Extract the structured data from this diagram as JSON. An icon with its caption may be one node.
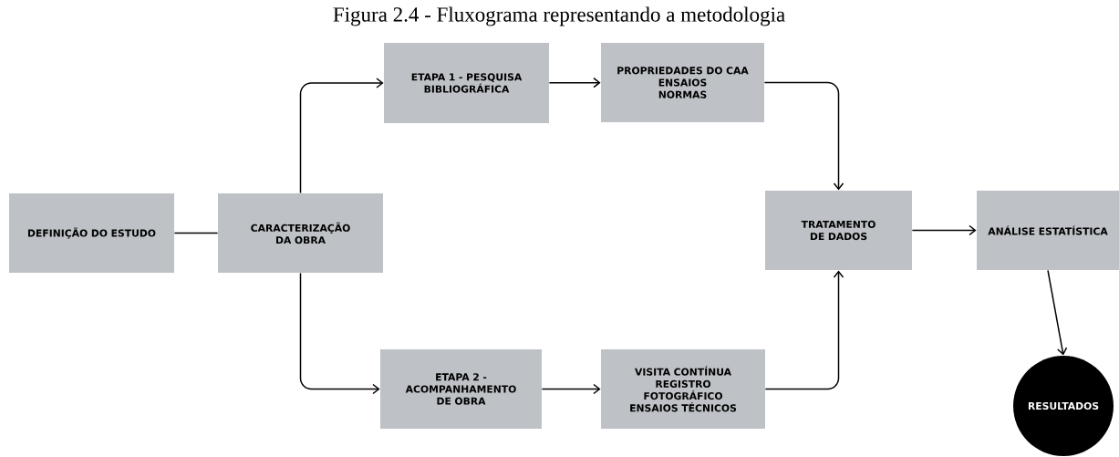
{
  "diagram": {
    "title": "Figura 2.4 - Fluxograma representando a metodologia",
    "nodes": [
      {
        "text": [
          "DEFINIÇÃO DO ESTUDO"
        ]
      },
      {
        "text": [
          "CARACTERIZAÇÃO DA OBRA"
        ]
      },
      {
        "text": [
          "ETAPA 1 - PESQUISA BIBLIOGRÁFICA"
        ]
      },
      {
        "text": [
          "PROPRIEDADES DO CAA",
          "ENSAIOS",
          "NORMAS"
        ]
      },
      {
        "text": [
          "ETAPA 2 - ACOMPANHAMENTO DE OBRA"
        ]
      },
      {
        "text": [
          "VISITA CONTÍNUA",
          "REGISTRO FOTOGRÁFICO",
          "ENSAIOS TÉCNICOS"
        ]
      },
      {
        "text": [
          "TRATAMENTO DE DADOS"
        ]
      },
      {
        "text": [
          "ANÁLISE ESTATÍSTICA"
        ]
      },
      {
        "text": [
          "RESULTADOS"
        ]
      }
    ],
    "edges": [
      {
        "from": 0,
        "to": 1,
        "arrow": "none"
      },
      {
        "from": 1,
        "to": 2,
        "arrow": "to"
      },
      {
        "from": 1,
        "to": 4,
        "arrow": "to"
      },
      {
        "from": 2,
        "to": 3,
        "arrow": "to"
      },
      {
        "from": 4,
        "to": 5,
        "arrow": "to"
      },
      {
        "from": 3,
        "to": 6,
        "arrow": "to"
      },
      {
        "from": 5,
        "to": 6,
        "arrow": "to"
      },
      {
        "from": 6,
        "to": 7,
        "arrow": "to"
      },
      {
        "from": 7,
        "to": 8,
        "arrow": "to"
      }
    ]
  }
}
